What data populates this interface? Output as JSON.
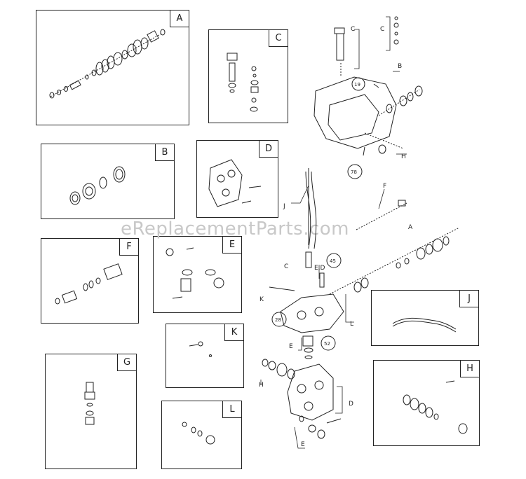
{
  "watermark": "eReplacementParts.com",
  "boxes": [
    {
      "id": "A",
      "label": "A"
    },
    {
      "id": "B",
      "label": "B"
    },
    {
      "id": "C",
      "label": "C"
    },
    {
      "id": "D",
      "label": "D"
    },
    {
      "id": "E",
      "label": "E"
    },
    {
      "id": "F",
      "label": "F"
    },
    {
      "id": "G",
      "label": "G"
    },
    {
      "id": "H",
      "label": "H"
    },
    {
      "id": "J",
      "label": "J"
    },
    {
      "id": "K",
      "label": "K"
    },
    {
      "id": "L",
      "label": "L"
    }
  ],
  "main_labels": {
    "c_top": "C",
    "c_top2": "C",
    "b_top": "B",
    "h_top": "H",
    "j": "J",
    "f": "F",
    "a": "A",
    "c_mid": "C",
    "ed": "E,D",
    "k": "K",
    "l": "L",
    "e_low": "E",
    "h_low": "H",
    "d_low": "D",
    "e_bottom": "E"
  },
  "callouts": {
    "c19": "19",
    "c78": "78",
    "c45": "45",
    "c28": "28",
    "c52": "52"
  }
}
